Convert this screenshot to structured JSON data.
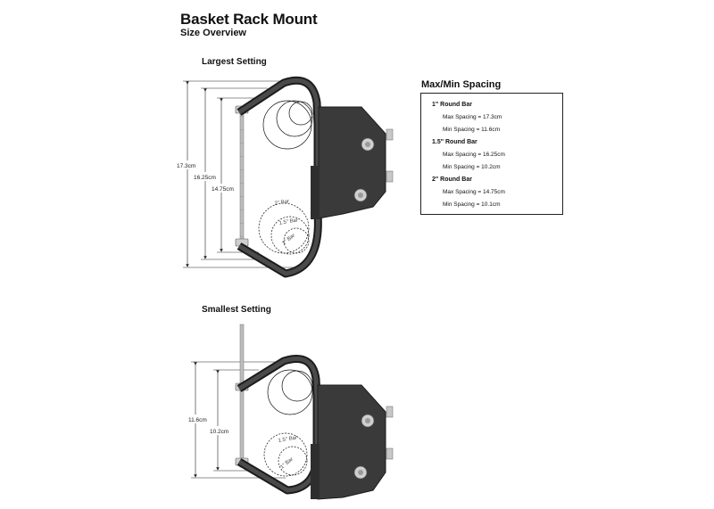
{
  "header": {
    "title": "Basket Rack Mount",
    "subtitle": "Size Overview"
  },
  "sections": {
    "largest": "Largest Setting",
    "smallest": "Smallest Setting"
  },
  "largest_dims": {
    "d1": "17.3cm",
    "d2": "16.25cm",
    "d3": "14.75cm",
    "bar_2": "2\" Bar",
    "bar_15": "1.5\" Bar",
    "bar_1": "1\" Bar"
  },
  "smallest_dims": {
    "d1": "11.6cm",
    "d2": "10.2cm",
    "bar_15": "1.5\" Bar",
    "bar_1": "1\" Bar"
  },
  "spacing": {
    "title": "Max/Min Spacing",
    "groups": [
      {
        "name": "1\" Round Bar",
        "max": "Max Spacing = 17.3cm",
        "min": "Min Spacing =  11.6cm"
      },
      {
        "name": "1.5\" Round Bar",
        "max": "Max Spacing = 16.25cm",
        "min": "Min Spacing = 10.2cm"
      },
      {
        "name": "2\" Round Bar",
        "max": "Max Spacing = 14.75cm",
        "min": "Min Spacing = 10.1cm"
      }
    ]
  },
  "colors": {
    "metal": "#3a3a3a",
    "metal_edge": "#1c1c1c",
    "bolt": "#d0d0d0",
    "line": "#222222"
  }
}
